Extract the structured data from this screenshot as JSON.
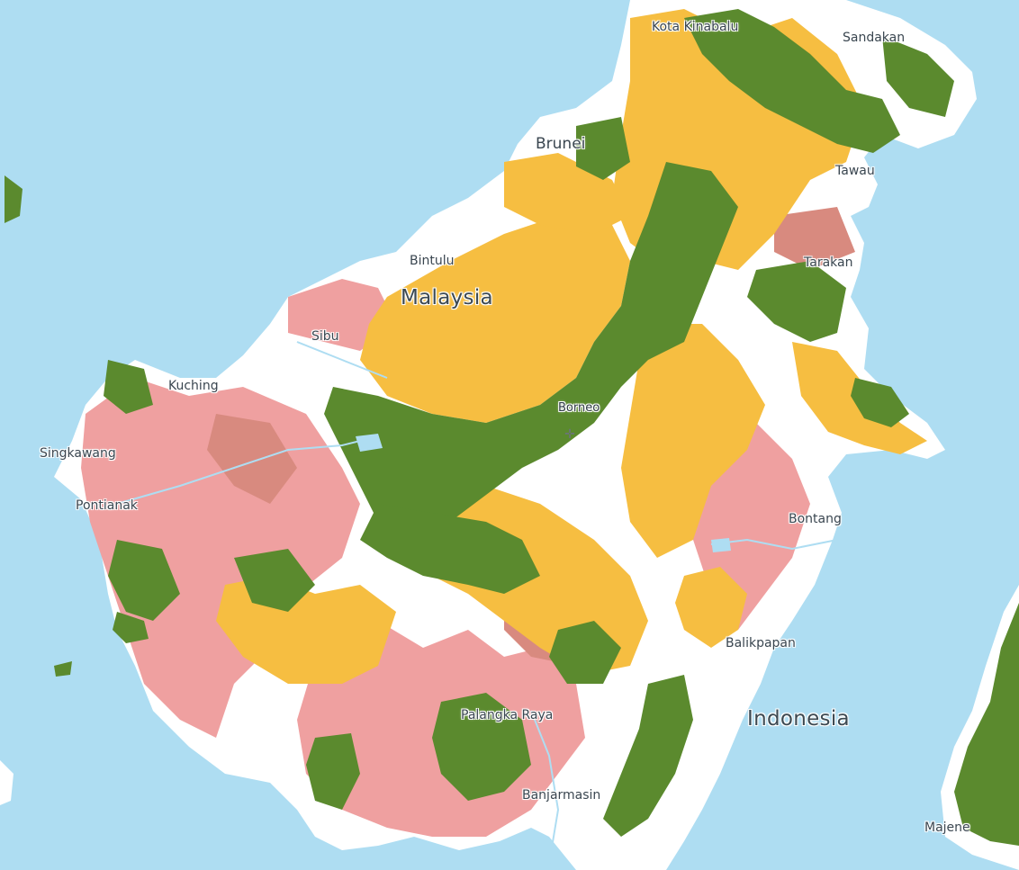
{
  "map": {
    "colors": {
      "water": "#aeddf2",
      "land": "#ffffff",
      "intact_forest": "#5b8a2e",
      "concession_yellow": "#f6be41",
      "concession_pink": "#efa0a0",
      "concession_dark_pink": "#d88a7f"
    },
    "labels": {
      "kota_kinabalu": "Kota Kinabalu",
      "sandakan": "Sandakan",
      "brunei": "Brunei",
      "tawau": "Tawau",
      "bintulu": "Bintulu",
      "tarakan": "Tarakan",
      "malaysia": "Malaysia",
      "sibu": "Sibu",
      "kuching": "Kuching",
      "borneo": "Borneo",
      "singkawang": "Singkawang",
      "pontianak": "Pontianak",
      "bontang": "Bontang",
      "balikpapan": "Balikpapan",
      "indonesia": "Indonesia",
      "palangka_raya": "Palangka Raya",
      "banjarmasin": "Banjarmasin",
      "majene": "Majene"
    },
    "marker_icon": "crosshair-icon"
  }
}
